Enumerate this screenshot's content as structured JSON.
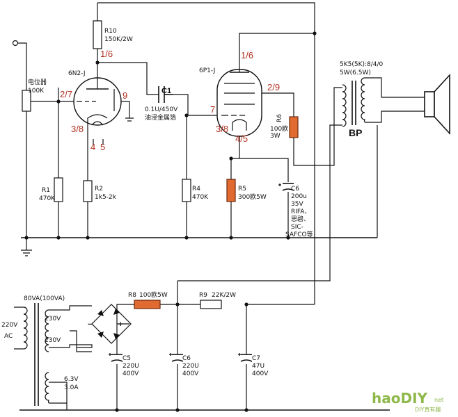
{
  "components": {
    "pot": {
      "name": "电位器",
      "value": "100K"
    },
    "r1": {
      "name": "R1",
      "value": "470K"
    },
    "r2": {
      "name": "R2",
      "value": "1k5-2k"
    },
    "r4": {
      "name": "R4",
      "value": "470K"
    },
    "r5": {
      "name": "R5",
      "value": "300欧5W"
    },
    "r6": {
      "name": "R6",
      "value": "100欧",
      "power": "3W"
    },
    "r8": {
      "name": "R8",
      "value": "100欧5W"
    },
    "r9": {
      "name": "R9",
      "value": "22K/2W"
    },
    "r10": {
      "name": "R10",
      "value": "150K/2W"
    },
    "c1": {
      "name": "C1",
      "value": "0.1U/450V",
      "note": "油浸金属箔"
    },
    "c6a": {
      "name": "C6",
      "value": "200u",
      "voltage": "35V",
      "brand1": "RIFA、",
      "brand2": "思碧、",
      "brand3": "SIC-",
      "brand4": "SAFCO等"
    },
    "c5": {
      "name": "C5",
      "value": "220U",
      "voltage": "400V"
    },
    "c6b": {
      "name": "C6",
      "value": "220U",
      "voltage": "400V"
    },
    "c7": {
      "name": "C7",
      "value": "47U",
      "voltage": "400V"
    }
  },
  "tubes": {
    "v1": {
      "name": "6N2-J",
      "pin_plate": "1/6",
      "pin_grid": "2/7",
      "pin_cathode": "3/8",
      "pin_heater1": "4",
      "pin_heater2": "5",
      "pin_center": "9"
    },
    "v2": {
      "name": "6P1-J",
      "pin_plate": "1/6",
      "pin_screen": "2/9",
      "pin_grid": "7",
      "pin_cathode": "3/8",
      "pin_heater": "4/5"
    }
  },
  "output_transformer": {
    "spec1": "5K5(5K):8/4/0",
    "spec2": "5W(6.5W)",
    "label": "BP"
  },
  "power_transformer": {
    "rating": "80VA(100VA)",
    "primary_v": "220V",
    "primary_ac": "AC",
    "sec1": "230V",
    "sec2": "230V",
    "heater_v": "6.3V",
    "heater_a": "3.0A"
  },
  "rectifier": {
    "plus": "+",
    "minus": "−"
  },
  "watermark": {
    "brand": "haoDIY",
    "suffix": "net",
    "cn": "DIY真有趣"
  }
}
